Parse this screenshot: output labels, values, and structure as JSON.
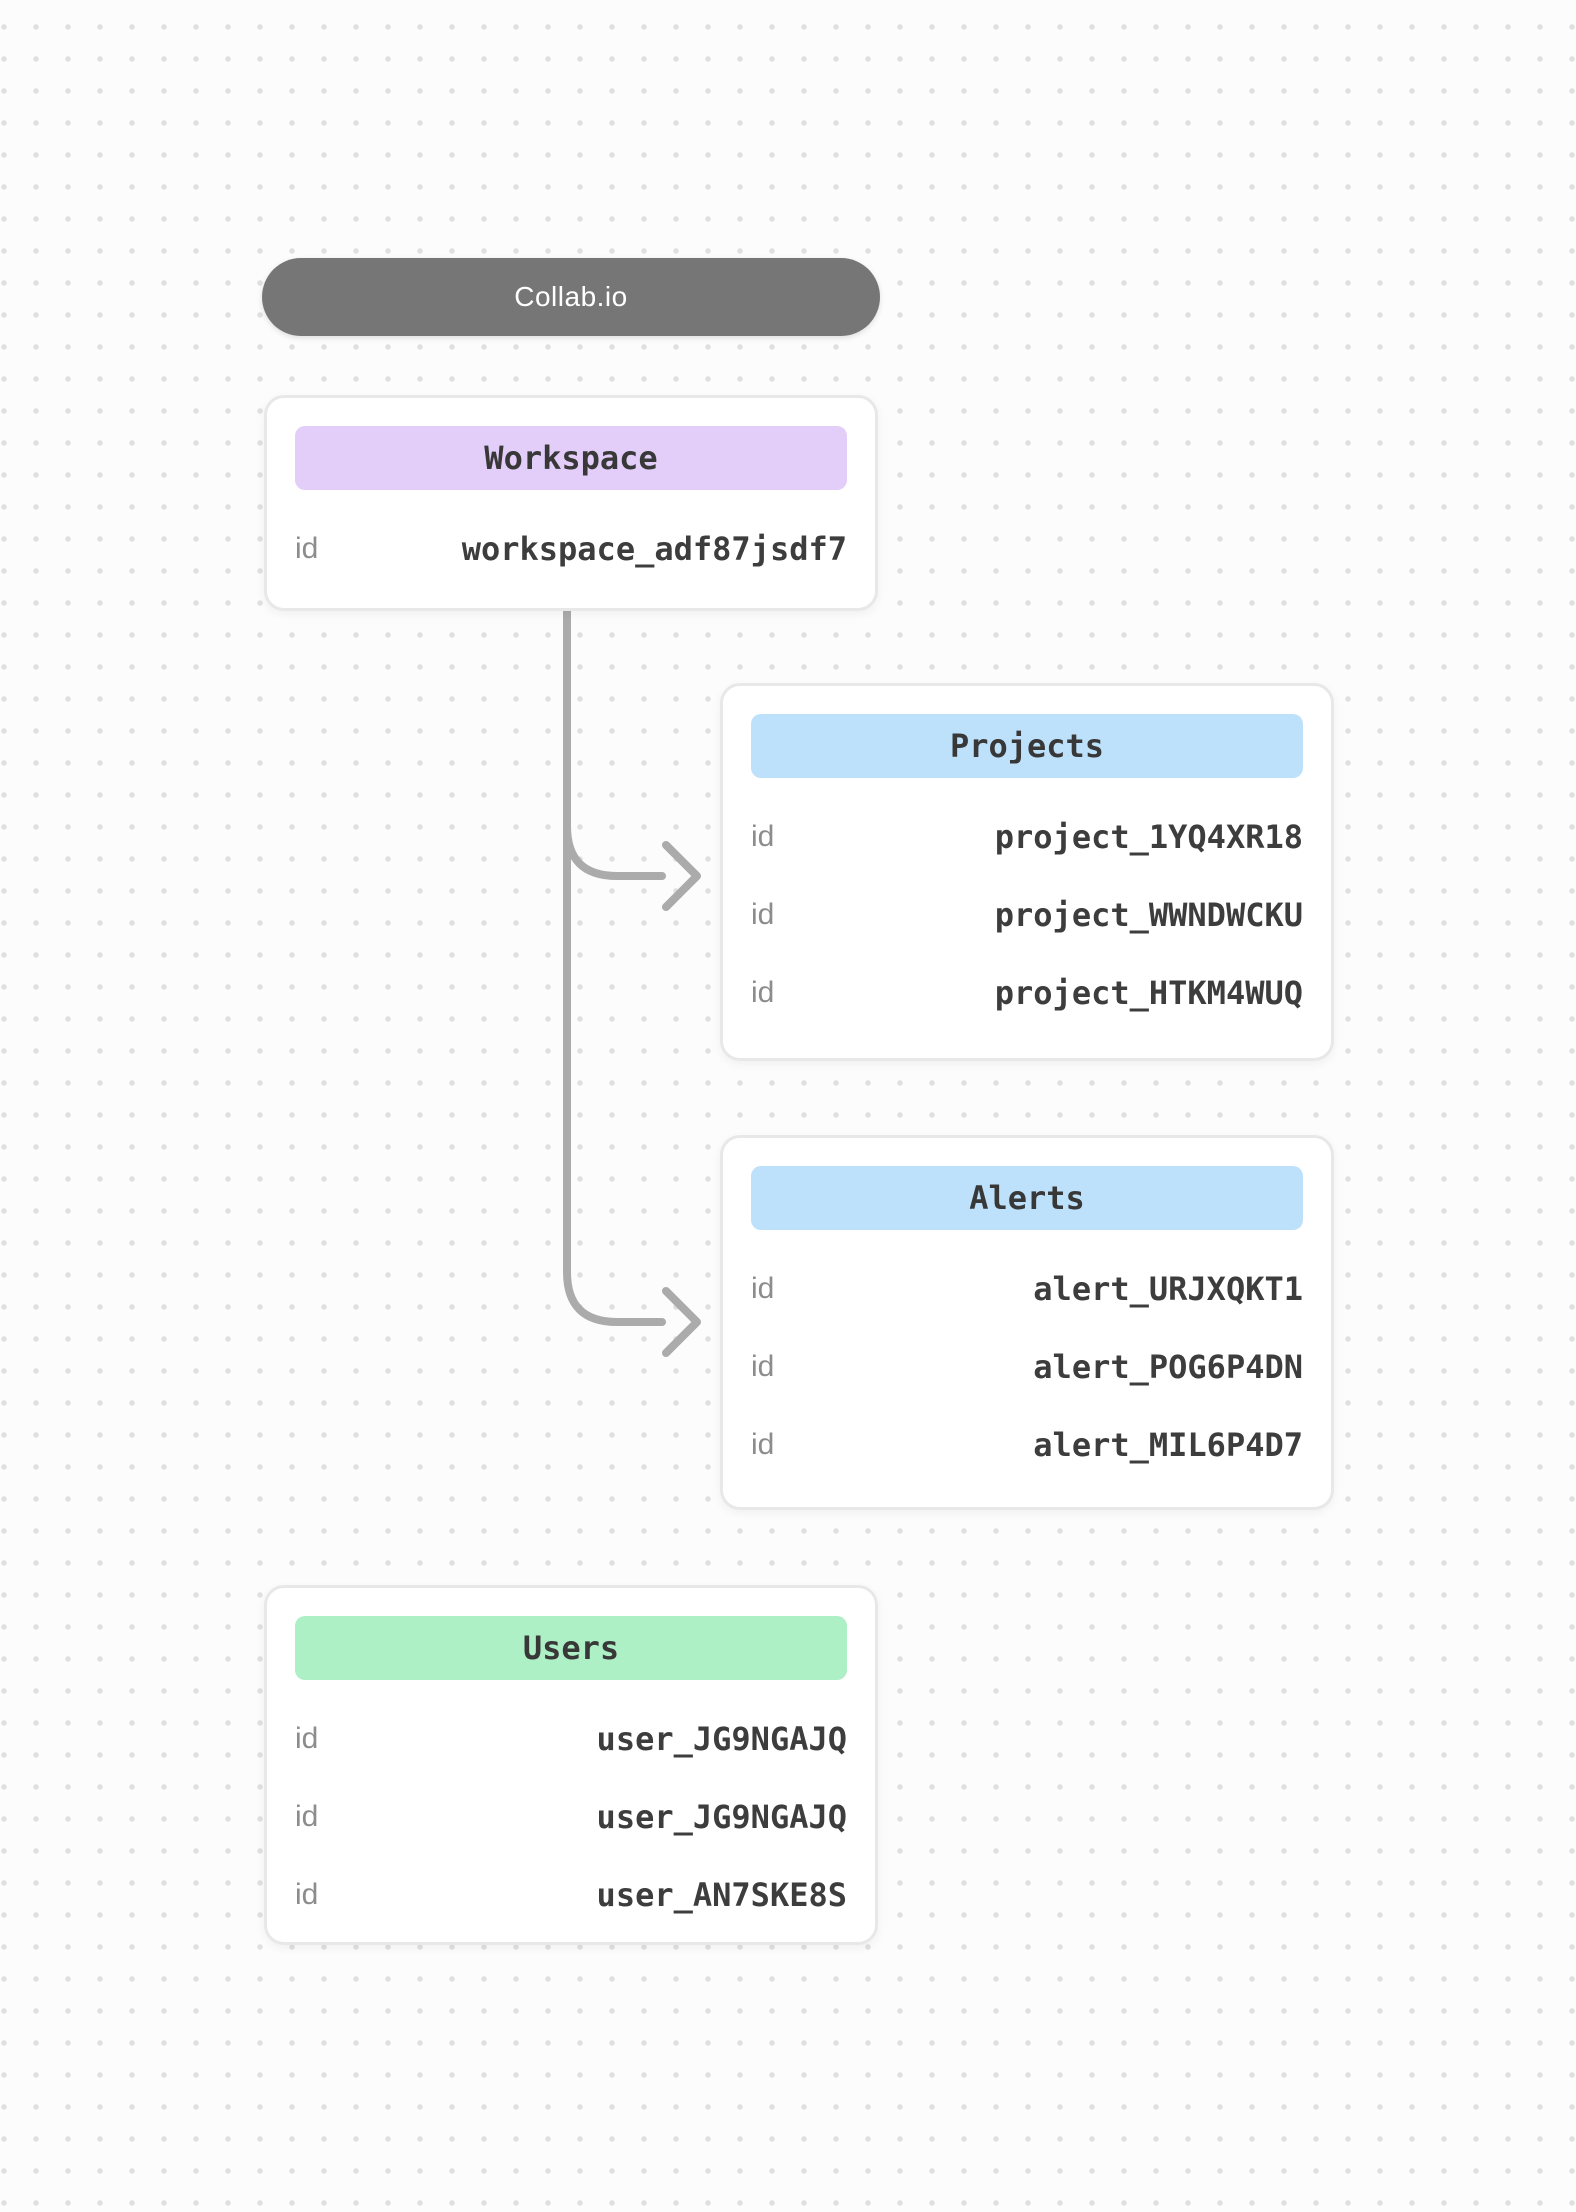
{
  "title": {
    "label": "Collab.io"
  },
  "colors": {
    "background": "#fcfcfc",
    "dot": "#e0e0e0",
    "pill_bg": "#767676",
    "pill_text": "#ffffff",
    "card_border": "#e8e8e8",
    "connector": "#ababab",
    "header_text": "#383838",
    "key_text": "#8c8c8c",
    "value_text": "#3d3d3d"
  },
  "entities": [
    {
      "name": "Workspace",
      "header_color": "#e3cdf9",
      "rows": [
        {
          "key": "id",
          "value": "workspace_adf87jsdf7"
        }
      ]
    },
    {
      "name": "Projects",
      "header_color": "#bee1fb",
      "rows": [
        {
          "key": "id",
          "value": "project_1YQ4XR18"
        },
        {
          "key": "id",
          "value": "project_WWNDWCKU"
        },
        {
          "key": "id",
          "value": "project_HTKM4WUQ"
        }
      ]
    },
    {
      "name": "Alerts",
      "header_color": "#bee1fb",
      "rows": [
        {
          "key": "id",
          "value": "alert_URJXQKT1"
        },
        {
          "key": "id",
          "value": "alert_POG6P4DN"
        },
        {
          "key": "id",
          "value": "alert_MIL6P4D7"
        }
      ]
    },
    {
      "name": "Users",
      "header_color": "#aef0c6",
      "rows": [
        {
          "key": "id",
          "value": "user_JG9NGAJQ"
        },
        {
          "key": "id",
          "value": "user_JG9NGAJQ"
        },
        {
          "key": "id",
          "value": "user_AN7SKE8S"
        }
      ]
    }
  ],
  "connections": [
    {
      "from": "Workspace",
      "to": "Projects"
    },
    {
      "from": "Workspace",
      "to": "Alerts"
    }
  ]
}
